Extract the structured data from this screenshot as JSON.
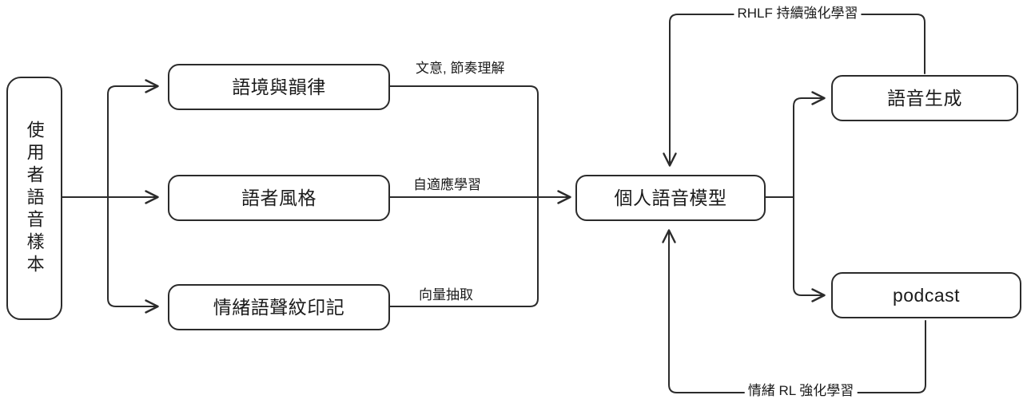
{
  "diagram": {
    "title_text": "",
    "stroke_color": "#2b2b2b",
    "text_color": "#1b1b1b",
    "background": "#ffffff",
    "nodes": {
      "source": {
        "label": "使用者語音樣本"
      },
      "context_prosody": {
        "label": "語境與韻律"
      },
      "speaker_style": {
        "label": "語者風格"
      },
      "emotion_voiceprint": {
        "label": "情緒語聲紋印記"
      },
      "personal_model": {
        "label": "個人語音模型"
      },
      "speech_generation": {
        "label": "語音生成"
      },
      "podcast": {
        "label": "podcast"
      }
    },
    "edge_labels": {
      "semantic_rhythm": "文意, 節奏理解",
      "adaptive_learning": "自適應學習",
      "vector_extraction": "向量抽取",
      "rhlf_loop": "RHLF 持續強化學習",
      "emotion_rl_loop": "情緒 RL 強化學習"
    }
  }
}
